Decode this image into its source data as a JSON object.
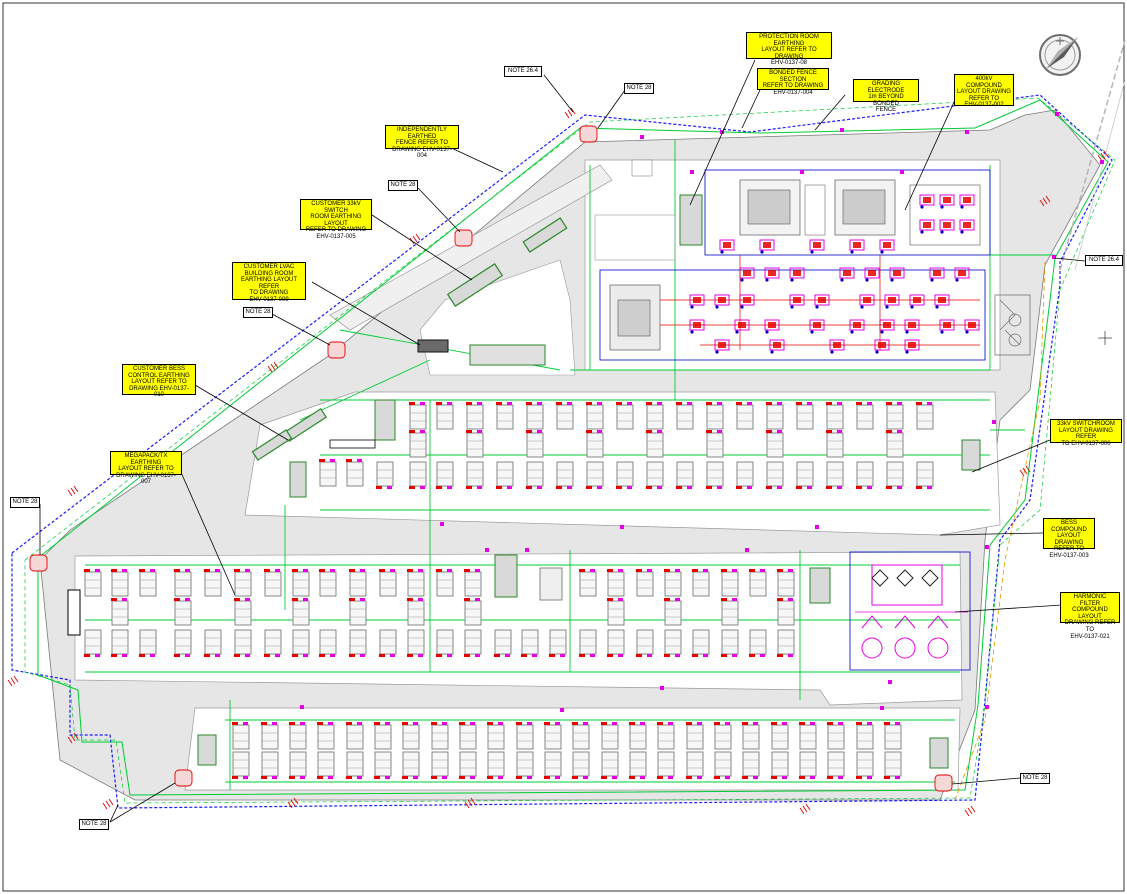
{
  "colors": {
    "site_fill": "#e6e6e6",
    "bonded_fence": "#1a1aff",
    "earth_conductor": "#00cc33",
    "equipment": "#7a7a7a",
    "label_bg": "#ffff00",
    "earth_red": "#e60000",
    "magenta": "#e600e6",
    "orange": "#e69a00"
  },
  "icons": {
    "north_arrow": "north-arrow-icon"
  },
  "callouts": [
    {
      "id": "protection-room",
      "text": "PROTECTION ROOM EARTHING\nLAYOUT REFER TO DRAWING\nEHV-0137-08"
    },
    {
      "id": "bonded-fence-section",
      "text": "BONDED FENCE SECTION\nREFER TO DRAWING\nEHV-0137-004"
    },
    {
      "id": "grading-electrode",
      "text": "GRADING ELECTRODE\n1m BEYOND BONDED\nFENCE"
    },
    {
      "id": "compound-400kv",
      "text": "400kV COMPOUND\nLAYOUT DRAWING\nREFER TO\nEHV-0137-002"
    },
    {
      "id": "independent-fence",
      "text": "INDEPENDENTLY EARTHED\nFENCE REFER TO\nDRAWING EHV-0137-004"
    },
    {
      "id": "customer-33kv",
      "text": "CUSTOMER 33kV SWITCH\nROOM EARTHING LAYOUT\nREFER TO DRAWING\nEHV-0137-005"
    },
    {
      "id": "customer-lvac",
      "text": "CUSTOMER LVAC\nBUILDING ROOM\nEARTHING LAYOUT REFER\nTO DRAWING\nEHV-0137-009"
    },
    {
      "id": "customer-bess",
      "text": "CUSTOMER BESS\nCONTROL EARTHING\nLAYOUT REFER TO\nDRAWING EHV-0137-010"
    },
    {
      "id": "megapack",
      "text": "MEGAPACK/TX EARTHING\nLAYOUT REFER TO\nDRAWING EHV-0137-007"
    },
    {
      "id": "switchroom-33kv",
      "text": "33kV SWITCHROOM\nLAYOUT DRAWING REFER\nTO EHV-0137-006"
    },
    {
      "id": "bess-compound",
      "text": "BESS COMPOUND\nLAYOUT DRAWING\nREFER TO\nEHV-0137-003"
    },
    {
      "id": "harmonic-filter",
      "text": "HARMONIC FILTER\nCOMPOUND LAYOUT\nDRAWING REFER TO\nEHV-0137-021"
    }
  ],
  "notes": [
    {
      "id": "note-26-4-top",
      "text": "NOTE 26.4"
    },
    {
      "id": "note-28-top",
      "text": "NOTE 28"
    },
    {
      "id": "note-28-upper-left",
      "text": "NOTE 28"
    },
    {
      "id": "note-28-mid-left",
      "text": "NOTE 28"
    },
    {
      "id": "note-26-4-right",
      "text": "NOTE 26.4"
    },
    {
      "id": "note-28-far-left",
      "text": "NOTE 28"
    },
    {
      "id": "note-28-bottom-right",
      "text": "NOTE 28"
    },
    {
      "id": "note-28-bottom-left",
      "text": "NOTE 28"
    }
  ]
}
